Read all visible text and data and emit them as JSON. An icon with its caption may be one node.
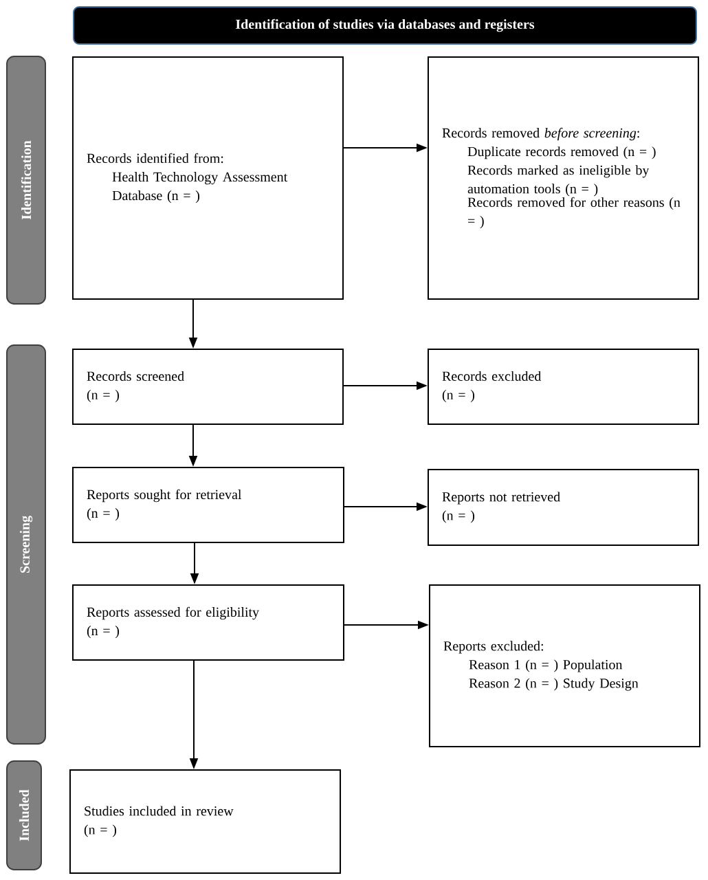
{
  "diagram": {
    "nodes": [
      {
        "text": [
          "Identification of studies via databases and registers"
        ]
      },
      {
        "text": [
          "Identification"
        ]
      },
      {
        "text": [
          "Screening"
        ]
      },
      {
        "text": [
          "Included"
        ]
      },
      {
        "text": [
          "Records identified from:",
          "Health Technology Assessment Database (n = )"
        ]
      },
      {
        "text": [
          "Records removed *before screening*:",
          "Duplicate records removed (n = )",
          "Records marked as ineligible by automation tools (n = )",
          "Records removed for other reasons (n = )"
        ]
      },
      {
        "text": [
          "Records screened",
          "(n = )"
        ]
      },
      {
        "text": [
          "Records excluded",
          "(n = )"
        ]
      },
      {
        "text": [
          "Reports sought for retrieval",
          "(n = )"
        ]
      },
      {
        "text": [
          "Reports not retrieved",
          "(n = )"
        ]
      },
      {
        "text": [
          "Reports assessed for eligibility",
          "(n = )"
        ]
      },
      {
        "text": [
          "Reports excluded:",
          "Reason 1 (n = ) Population",
          "Reason 2 (n = ) Study Design"
        ]
      },
      {
        "text": [
          "Studies included in review",
          "(n = )"
        ]
      }
    ],
    "edges": [
      {
        "from": 4,
        "to": 5,
        "arrow": "to"
      },
      {
        "from": 4,
        "to": 6,
        "arrow": "to"
      },
      {
        "from": 6,
        "to": 7,
        "arrow": "to"
      },
      {
        "from": 6,
        "to": 8,
        "arrow": "to"
      },
      {
        "from": 8,
        "to": 9,
        "arrow": "to"
      },
      {
        "from": 8,
        "to": 10,
        "arrow": "to"
      },
      {
        "from": 10,
        "to": 11,
        "arrow": "to"
      },
      {
        "from": 10,
        "to": 12,
        "arrow": "to"
      }
    ]
  }
}
